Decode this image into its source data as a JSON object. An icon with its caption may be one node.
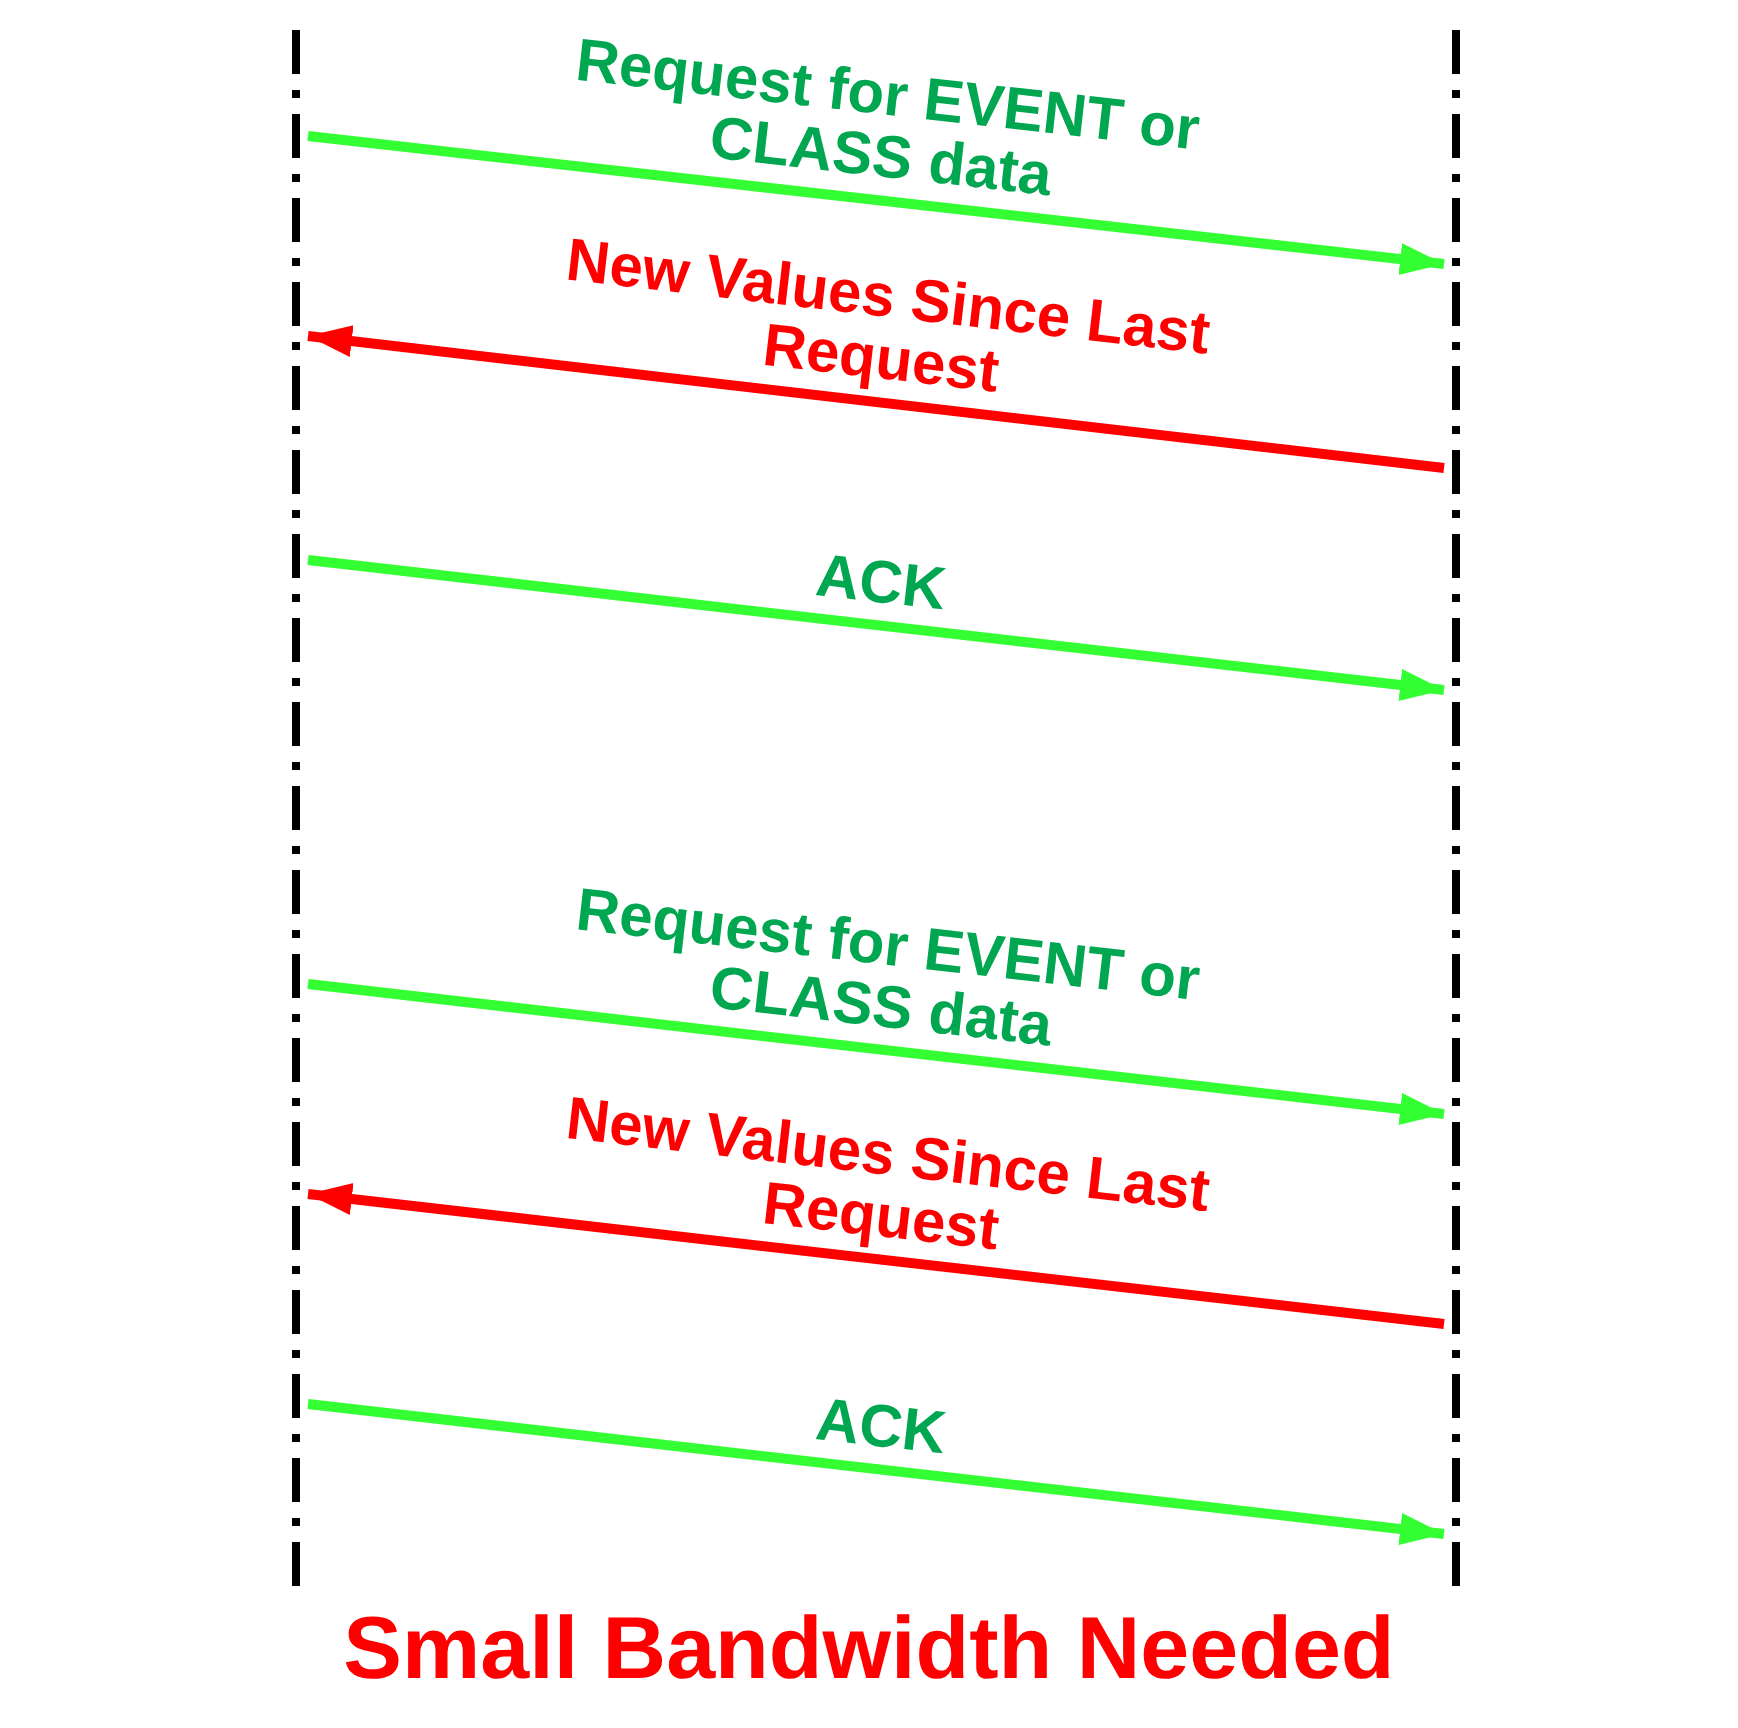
{
  "diagram": {
    "caption": "Small Bandwidth Needed",
    "nodes": [
      {
        "text": [],
        "shape": "bar"
      },
      {
        "text": [],
        "shape": "bar"
      }
    ],
    "edges": [
      {
        "from": 0,
        "to": 1,
        "arrow": "to",
        "label": "Request for EVENT or CLASS data"
      },
      {
        "from": 1,
        "to": 0,
        "arrow": "to",
        "label": "New Values Since Last Request",
        "color": "#ff0000"
      },
      {
        "from": 0,
        "to": 1,
        "arrow": "to",
        "label": "ACK"
      },
      {
        "from": 0,
        "to": 1,
        "arrow": "to",
        "label": "Request for EVENT or CLASS data"
      },
      {
        "from": 1,
        "to": 0,
        "arrow": "to",
        "label": "New Values Since Last Request",
        "color": "#ff0000"
      },
      {
        "from": 0,
        "to": 1,
        "arrow": "to",
        "label": "ACK"
      }
    ]
  }
}
